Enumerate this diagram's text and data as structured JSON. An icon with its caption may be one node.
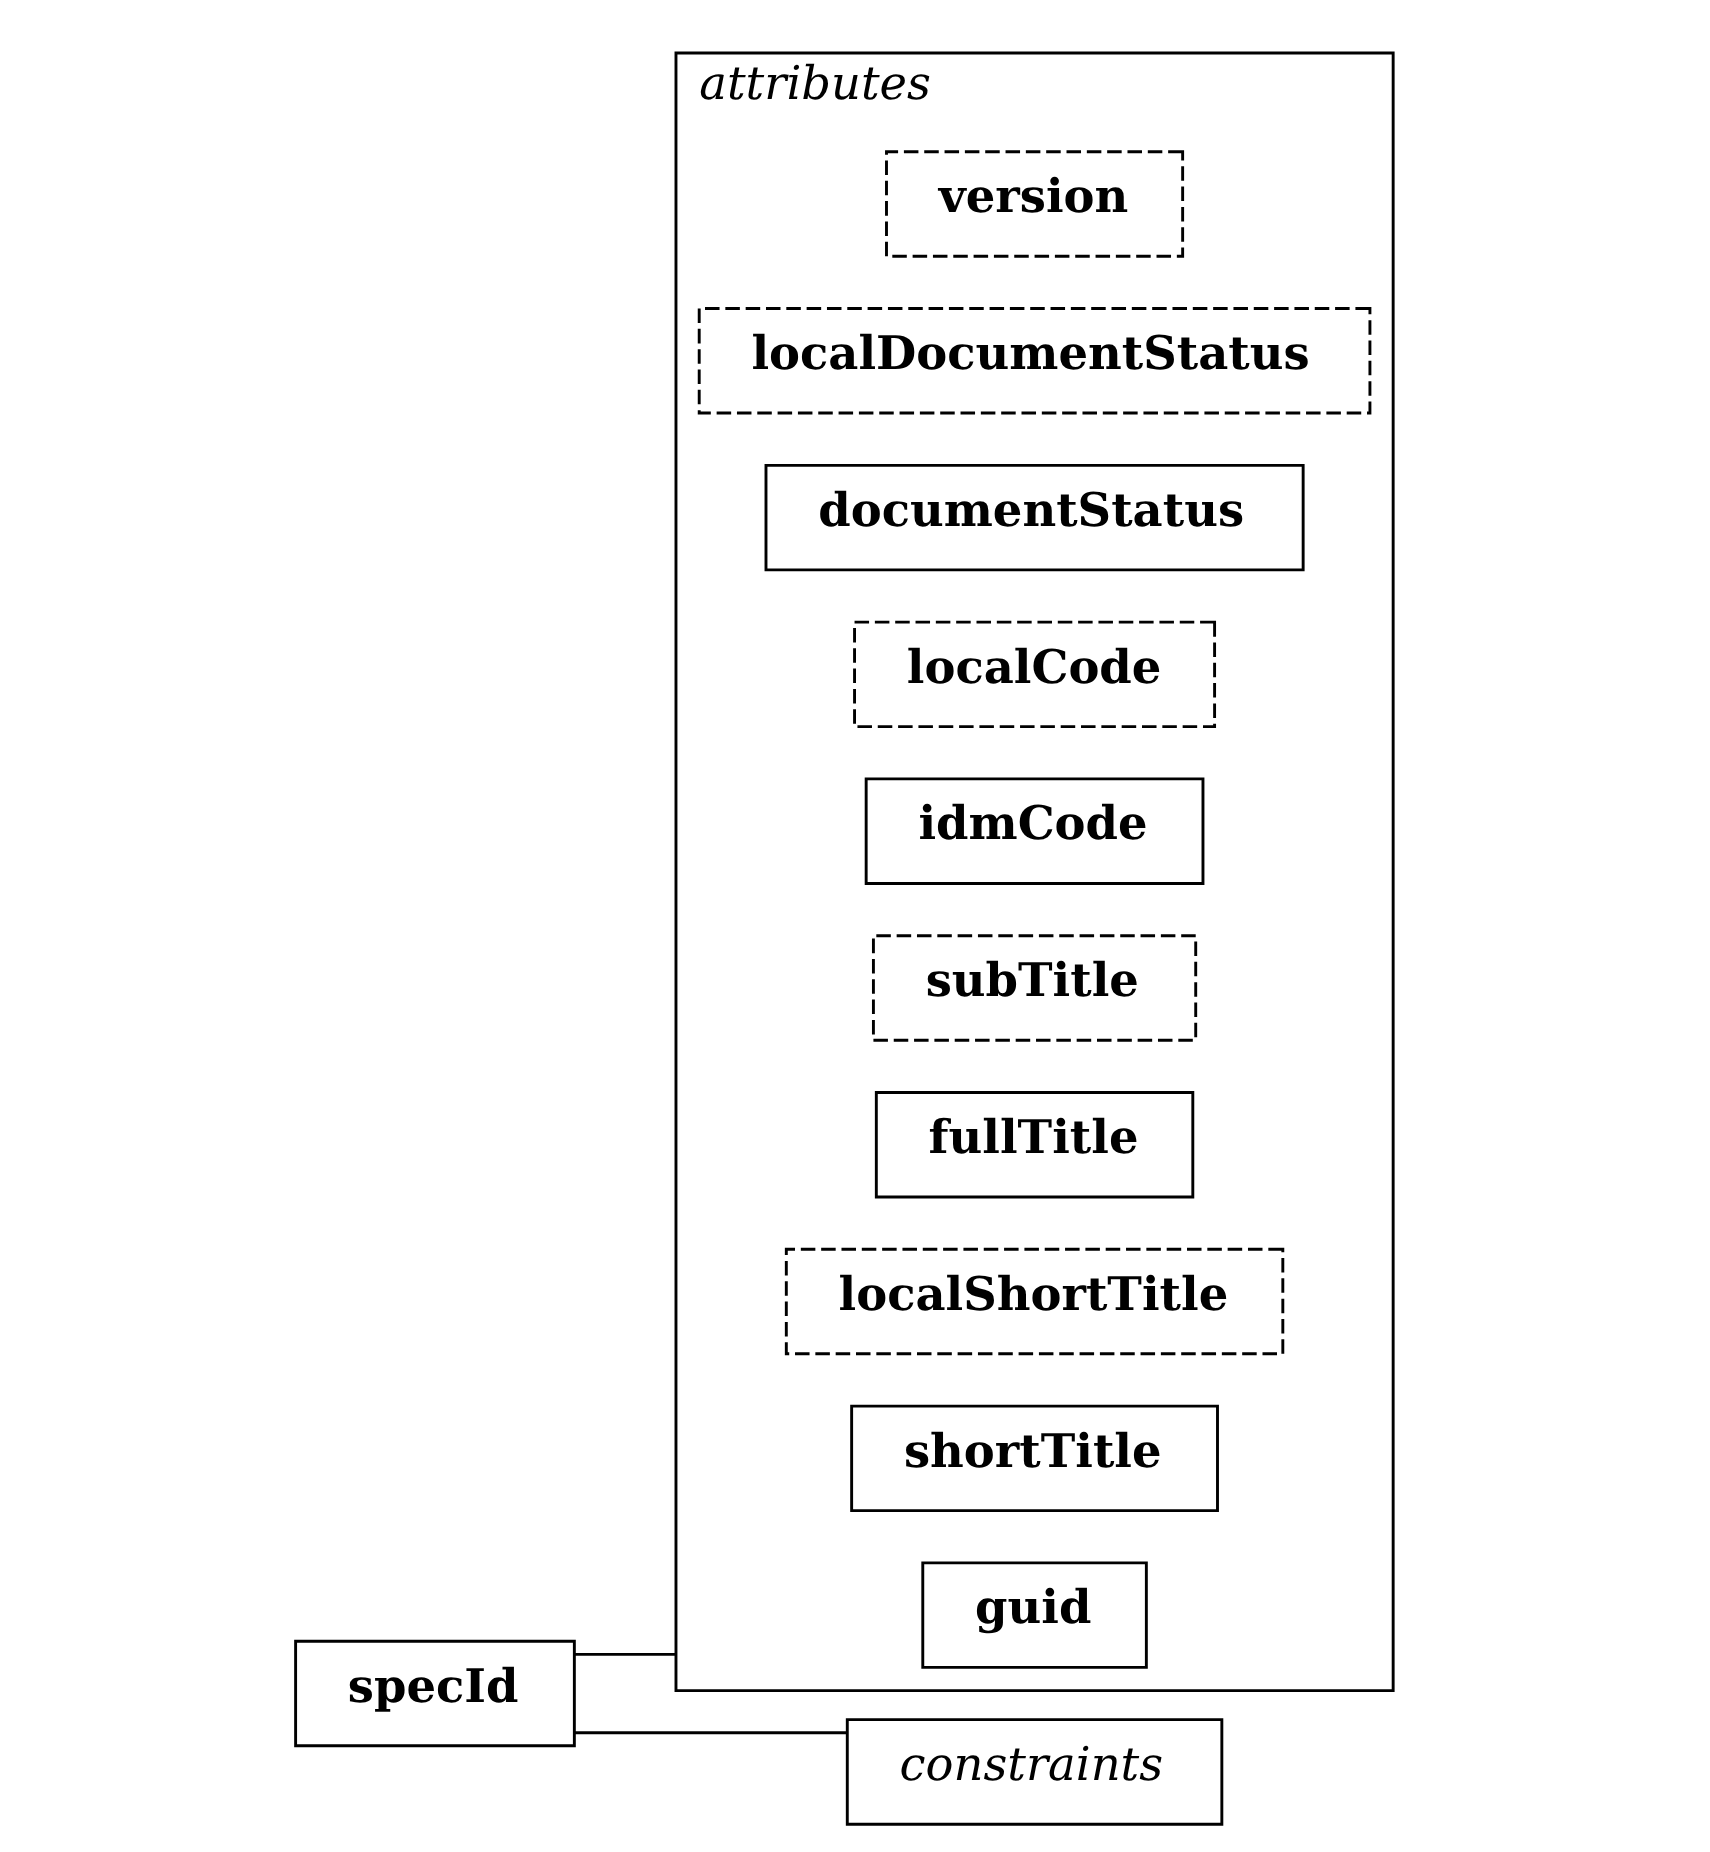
{
  "diagram": {
    "nodes": [
      {
        "text": [
          "specId"
        ]
      },
      {
        "text": [
          "attributes"
        ]
      },
      {
        "text": [
          "guid"
        ],
        "in": 1
      },
      {
        "text": [
          "shortTitle"
        ],
        "in": 1
      },
      {
        "text": [
          "localShortTitle"
        ],
        "in": 1
      },
      {
        "text": [
          "fullTitle"
        ],
        "in": 1
      },
      {
        "text": [
          "subTitle"
        ],
        "in": 1
      },
      {
        "text": [
          "idmCode"
        ],
        "in": 1
      },
      {
        "text": [
          "localCode"
        ],
        "in": 1
      },
      {
        "text": [
          "documentStatus"
        ],
        "in": 1
      },
      {
        "text": [
          "localDocumentStatus"
        ],
        "in": 1
      },
      {
        "text": [
          "version"
        ],
        "in": 1
      },
      {
        "text": [
          "constraints"
        ]
      }
    ],
    "edges": [
      {
        "from": 0,
        "to": 1,
        "arrow": "none"
      },
      {
        "from": 0,
        "to": 12,
        "arrow": "none"
      }
    ]
  }
}
